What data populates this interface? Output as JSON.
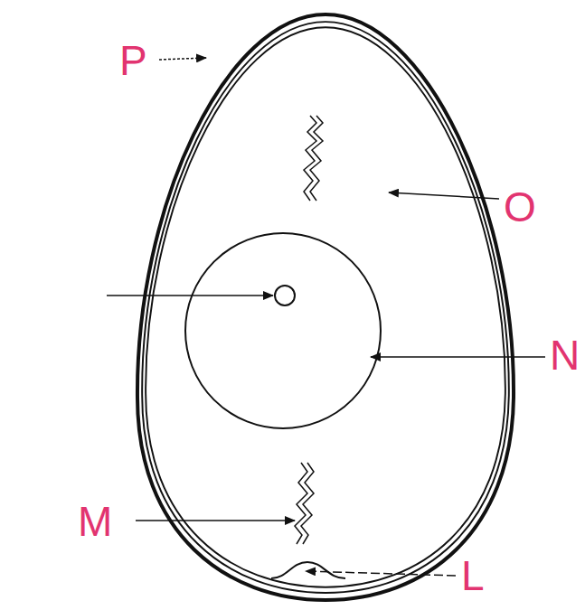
{
  "diagram": {
    "labels": [
      "P",
      "O",
      "N",
      "M",
      "L"
    ]
  }
}
